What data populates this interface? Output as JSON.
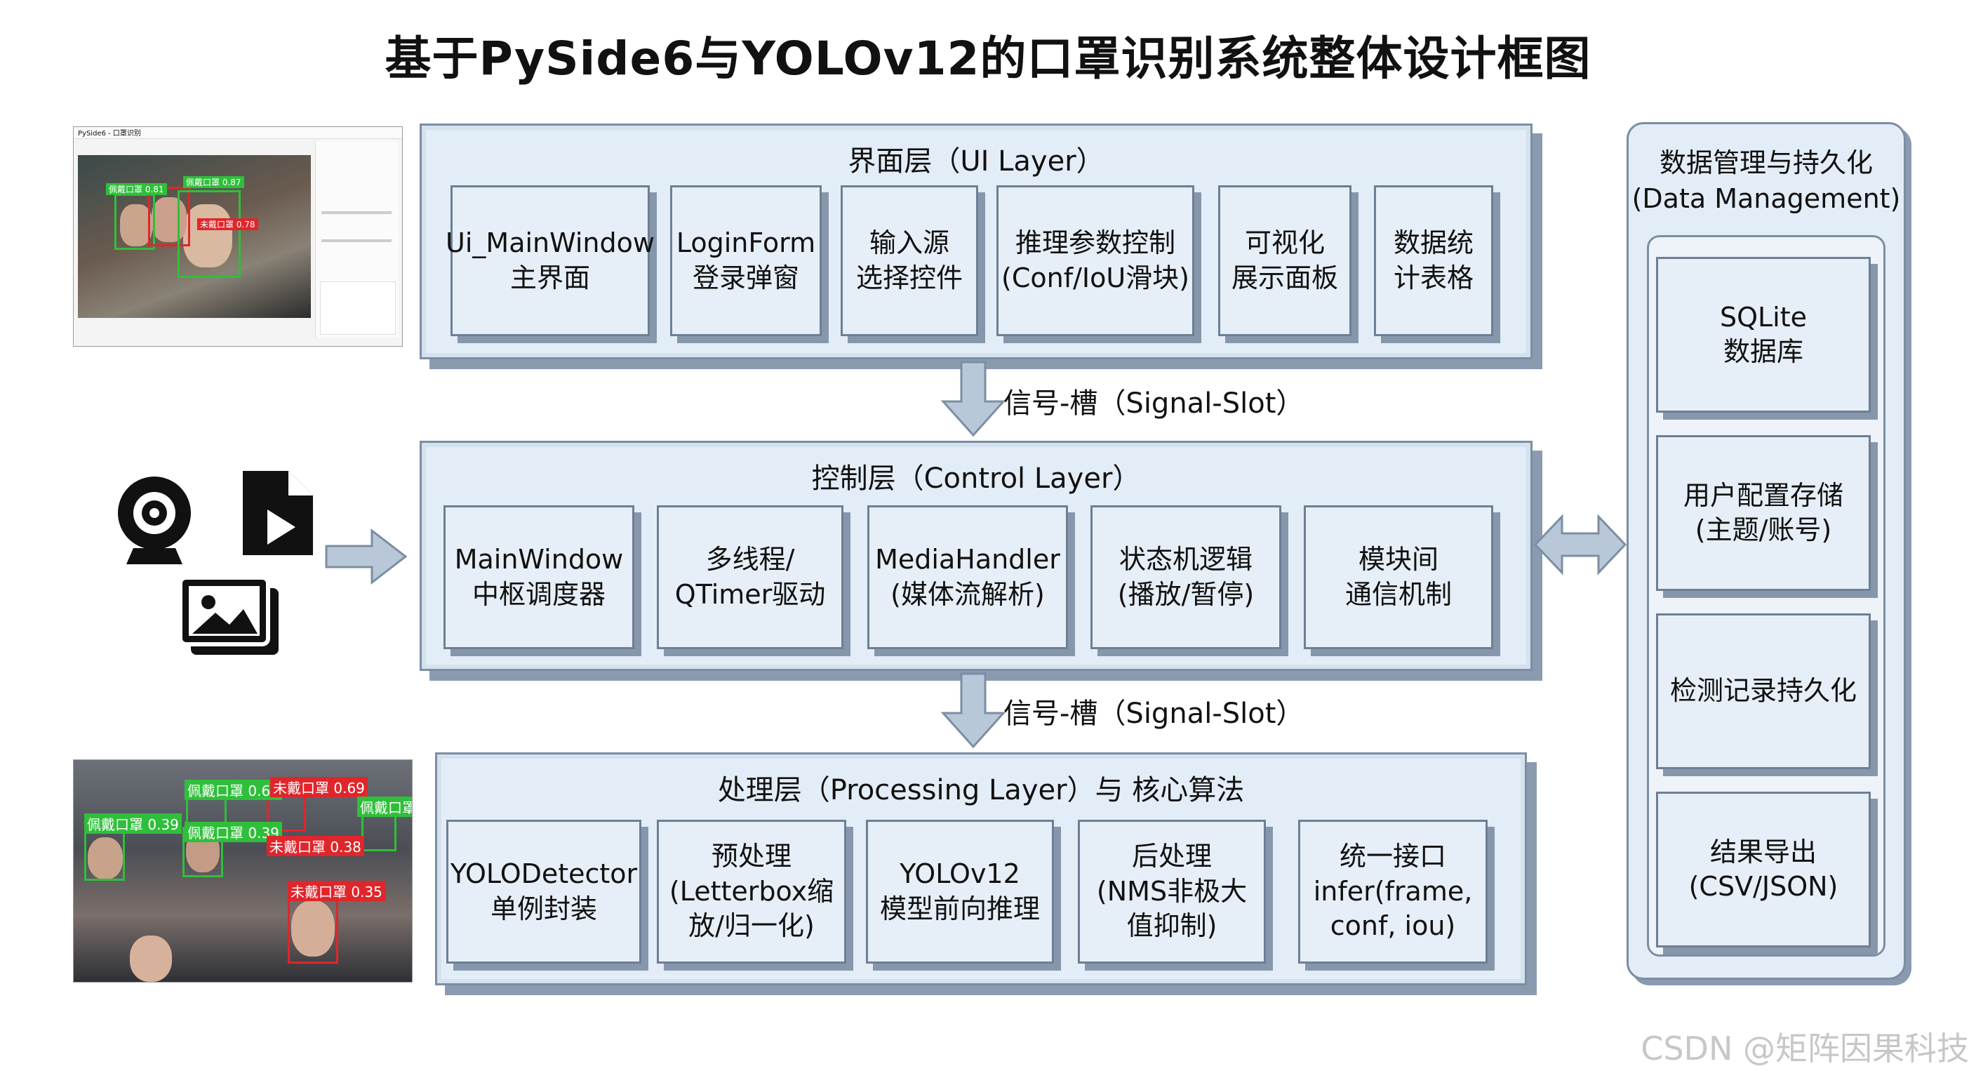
{
  "title": "基于PySide6与YOLOv12的口罩识别系统整体设计框图",
  "ui_layer": {
    "title": "界面层（UI Layer）",
    "boxes": [
      "Ui_MainWindow\n主界面",
      "LoginForm\n登录弹窗",
      "输入源\n选择控件",
      "推理参数控制\n(Conf/IoU滑块)",
      "可视化\n展示面板",
      "数据统\n计表格"
    ]
  },
  "signal_slot_1": "信号-槽（Signal-Slot）",
  "control_layer": {
    "title": "控制层（Control Layer）",
    "boxes": [
      "MainWindow\n中枢调度器",
      "多线程/\nQTimer驱动",
      "MediaHandler\n(媒体流解析)",
      "状态机逻辑\n(播放/暂停)",
      "模块间\n通信机制"
    ]
  },
  "signal_slot_2": "信号-槽（Signal-Slot）",
  "processing_layer": {
    "title": "处理层（Processing Layer）与 核心算法",
    "boxes": [
      "YOLODetector\n单例封装",
      "预处理\n(Letterbox缩\n放/归一化)",
      "YOLOv12\n模型前向推理",
      "后处理\n(NMS非极大\n值抑制)",
      "统一接口\ninfer(frame,\nconf, iou)"
    ]
  },
  "data_management": {
    "title": "数据管理与持久化\n(Data Management)",
    "boxes": [
      "SQLite\n数据库",
      "用户配置存储\n(主题/账号)",
      "检测记录持久化",
      "结果导出\n(CSV/JSON)"
    ]
  },
  "input_icons": [
    "webcam-icon",
    "video-file-icon",
    "image-gallery-icon"
  ],
  "app_screenshot": {
    "window_title": "PySide6 - 口罩识别",
    "detections": [
      {
        "label": "佩戴口罩 0.87",
        "color": "#2fbf3a"
      },
      {
        "label": "佩戴口罩 0.81",
        "color": "#2fbf3a"
      },
      {
        "label": "未戴口罩 0.78",
        "color": "#e0262b"
      }
    ]
  },
  "crowd_photo": {
    "detections": [
      {
        "label": "佩戴口罩 0.69",
        "color": "#2fbf3a"
      },
      {
        "label": "未戴口罩 0.69",
        "color": "#e0262b"
      },
      {
        "label": "佩戴口罩 0.39",
        "color": "#2fbf3a"
      },
      {
        "label": "佩戴口罩 0.39",
        "color": "#2fbf3a"
      },
      {
        "label": "未戴口罩 0.38",
        "color": "#e0262b"
      },
      {
        "label": "佩戴口罩",
        "color": "#2fbf3a"
      },
      {
        "label": "未戴口罩 0.35",
        "color": "#e0262b"
      }
    ]
  },
  "watermark": "CSDN @矩阵因果科技"
}
